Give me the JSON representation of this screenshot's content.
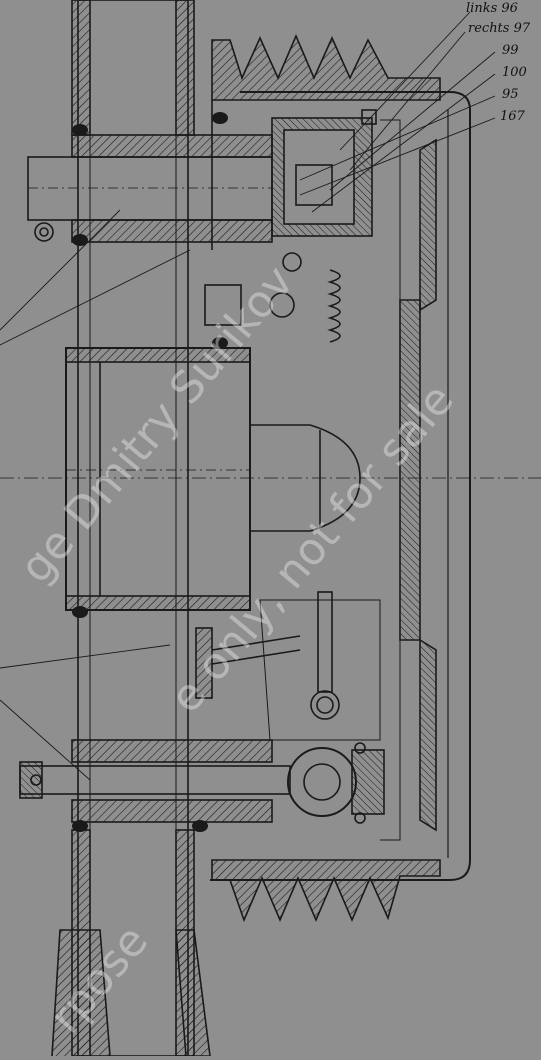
{
  "colors": {
    "paper": "#8f8f8f",
    "ink": "#1a1a1a",
    "watermark": "rgba(235,235,235,0.42)"
  },
  "callouts": {
    "links_96": "links 96",
    "rechts_97": "rechts 97",
    "n99": "99",
    "n100": "100",
    "n95": "95",
    "n167": "167"
  },
  "watermark": {
    "line1": "ge Dmitry Surikov",
    "line2": "e only, not for sale",
    "line3": "rpose"
  }
}
